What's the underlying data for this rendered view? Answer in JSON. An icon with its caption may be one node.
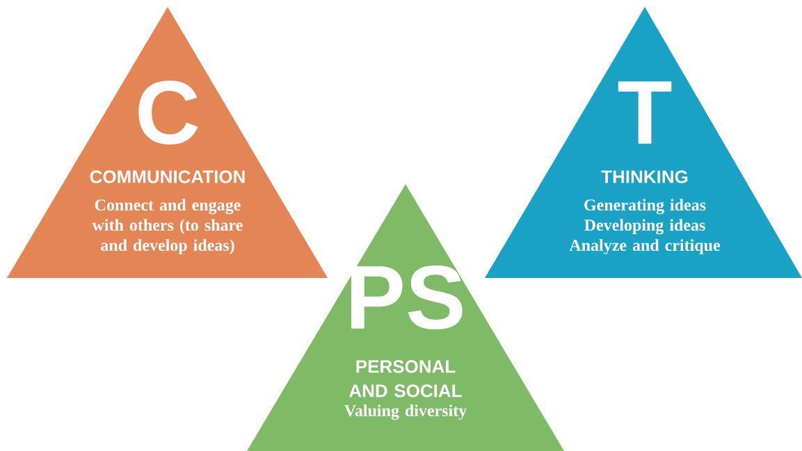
{
  "diagram": {
    "nodes": [
      {
        "text": [
          "C",
          "COMMUNICATION",
          "Connect and engage with others (to share and develop ideas)"
        ]
      },
      {
        "text": [
          "T",
          "THINKING",
          "Generating ideas Developing ideas Analyze and critique"
        ]
      },
      {
        "text": [
          "PS",
          "PERSONAL AND SOCIAL",
          "Valuing diversity"
        ]
      }
    ]
  }
}
